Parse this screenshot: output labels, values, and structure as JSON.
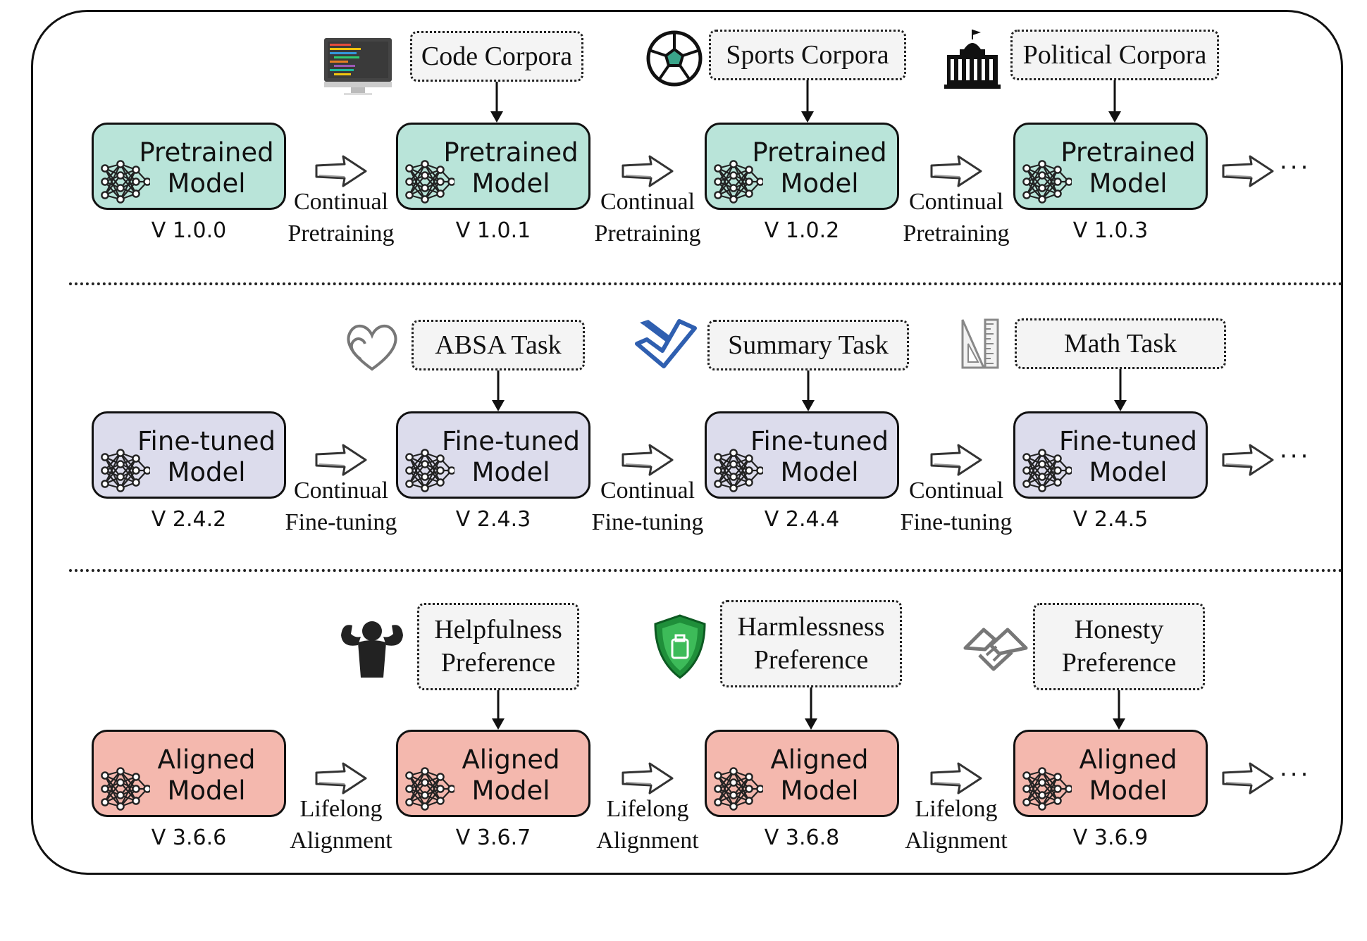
{
  "colors": {
    "pretrained": "#b9e4d9",
    "finetuned": "#dcdcec",
    "aligned": "#f4b8ae",
    "source_box": "#f4f4f4"
  },
  "rows": [
    {
      "models": [
        {
          "line1": "Pretrained",
          "line2": "Model",
          "version": "V 1.0.0"
        },
        {
          "line1": "Pretrained",
          "line2": "Model",
          "version": "V 1.0.1"
        },
        {
          "line1": "Pretrained",
          "line2": "Model",
          "version": "V 1.0.2"
        },
        {
          "line1": "Pretrained",
          "line2": "Model",
          "version": "V 1.0.3"
        }
      ],
      "step": {
        "line1": "Continual",
        "line2": "Pretraining"
      },
      "sources": [
        {
          "line1": "Code Corpora",
          "line2": "",
          "icon": "code-monitor-icon"
        },
        {
          "line1": "Sports Corpora",
          "line2": "",
          "icon": "soccer-ball-icon"
        },
        {
          "line1": "Political Corpora",
          "line2": "",
          "icon": "government-building-icon"
        }
      ],
      "ellipsis": "···"
    },
    {
      "models": [
        {
          "line1": "Fine-tuned",
          "line2": "Model",
          "version": "V 2.4.2"
        },
        {
          "line1": "Fine-tuned",
          "line2": "Model",
          "version": "V 2.4.3"
        },
        {
          "line1": "Fine-tuned",
          "line2": "Model",
          "version": "V 2.4.4"
        },
        {
          "line1": "Fine-tuned",
          "line2": "Model",
          "version": "V 2.4.5"
        }
      ],
      "step": {
        "line1": "Continual",
        "line2": "Fine-tuning"
      },
      "sources": [
        {
          "line1": "ABSA Task",
          "line2": "",
          "icon": "heart-outline-icon"
        },
        {
          "line1": "Summary Task",
          "line2": "",
          "icon": "summary-pen-icon"
        },
        {
          "line1": "Math Task",
          "line2": "",
          "icon": "ruler-triangle-icon"
        }
      ],
      "ellipsis": "···"
    },
    {
      "models": [
        {
          "line1": "Aligned",
          "line2": "Model",
          "version": "V 3.6.6"
        },
        {
          "line1": "Aligned",
          "line2": "Model",
          "version": "V 3.6.7"
        },
        {
          "line1": "Aligned",
          "line2": "Model",
          "version": "V 3.6.8"
        },
        {
          "line1": "Aligned",
          "line2": "Model",
          "version": "V 3.6.9"
        }
      ],
      "step": {
        "line1": "Lifelong",
        "line2": "Alignment"
      },
      "sources": [
        {
          "line1": "Helpfulness",
          "line2": "Preference",
          "icon": "strongman-icon"
        },
        {
          "line1": "Harmlessness",
          "line2": "Preference",
          "icon": "shield-icon"
        },
        {
          "line1": "Honesty",
          "line2": "Preference",
          "icon": "handshake-icon"
        }
      ],
      "ellipsis": "···"
    }
  ]
}
